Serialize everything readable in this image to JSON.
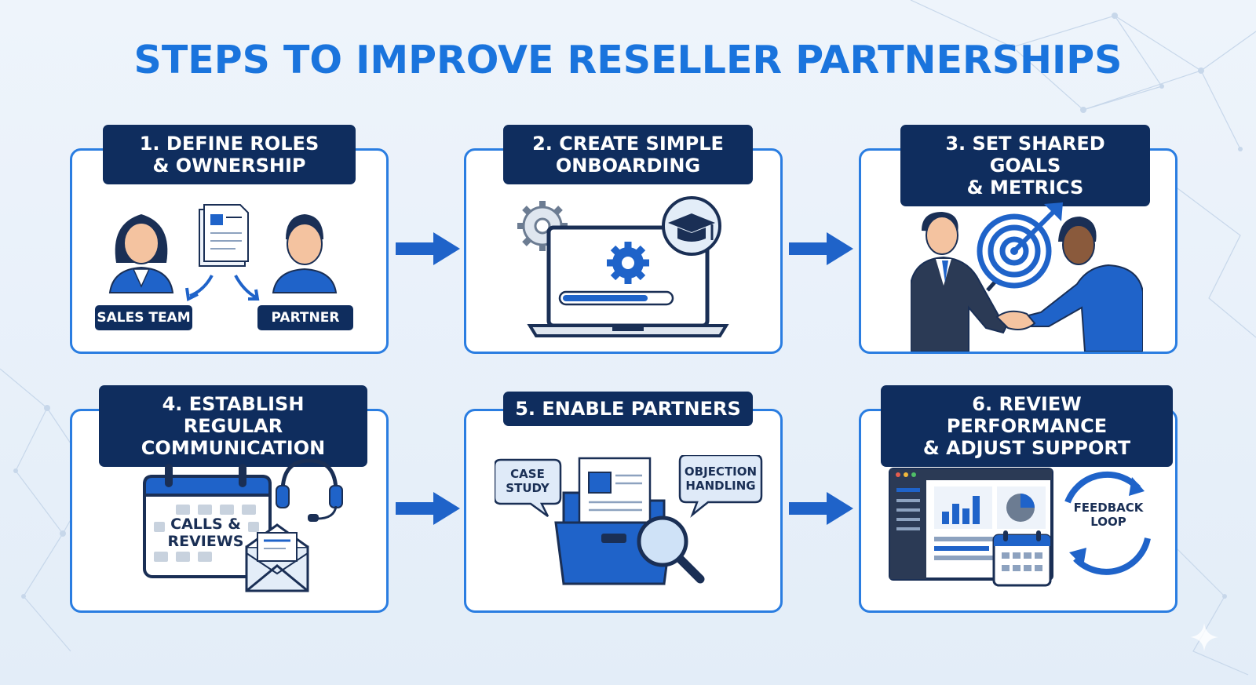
{
  "title": "STEPS TO IMPROVE RESELLER PARTNERSHIPS",
  "steps": [
    {
      "label_line1": "1. DEFINE ROLES",
      "label_line2": "& OWNERSHIP",
      "tags": [
        "SALES TEAM",
        "PARTNER"
      ]
    },
    {
      "label_line1": "2. CREATE SIMPLE",
      "label_line2": "ONBOARDING"
    },
    {
      "label_line1": "3. SET SHARED GOALS",
      "label_line2": "& METRICS"
    },
    {
      "label_line1": "4. ESTABLISH REGULAR",
      "label_line2": "COMMUNICATION",
      "calendar_line1": "CALLS &",
      "calendar_line2": "REVIEWS"
    },
    {
      "label_line1": "5. ENABLE PARTNERS",
      "bubble_left_line1": "CASE",
      "bubble_left_line2": "STUDY",
      "bubble_right_line1": "OBJECTION",
      "bubble_right_line2": "HANDLING"
    },
    {
      "label_line1": "6. REVIEW PERFORMANCE",
      "label_line2": "& ADJUST SUPPORT",
      "loop_line1": "FEEDBACK",
      "loop_line2": "LOOP"
    }
  ],
  "colors": {
    "accent": "#1a74dd",
    "navy": "#0f2d5e",
    "card_border": "#2a7de1",
    "icon_blue": "#1f63c9"
  }
}
